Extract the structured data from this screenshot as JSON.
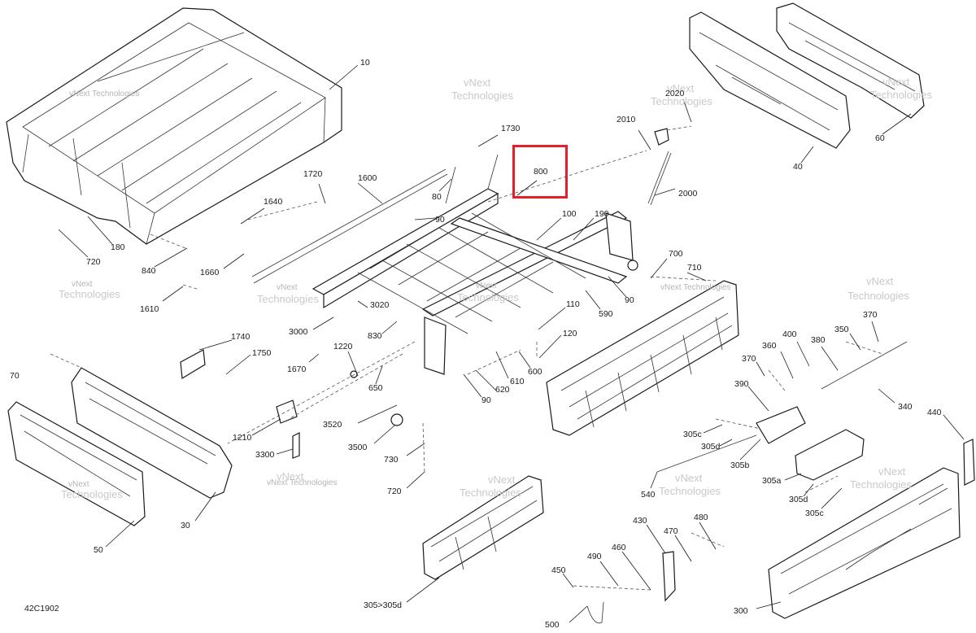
{
  "diagram": {
    "code": "42C1902",
    "watermark": {
      "line1": "vNext",
      "line2": "Technologies",
      "full": "vNext Technologies"
    },
    "highlight_color": "#e0202a",
    "highlighted_callout": "800",
    "callouts": [
      "10",
      "180",
      "720",
      "840",
      "1600",
      "1720",
      "1640",
      "1660",
      "1610",
      "80",
      "90",
      "1730",
      "800",
      "2010",
      "2020",
      "2000",
      "40",
      "60",
      "100",
      "190",
      "700",
      "710",
      "3000",
      "3020",
      "830",
      "1740",
      "1750",
      "70",
      "1670",
      "1220",
      "650",
      "110",
      "120",
      "590",
      "90",
      "600",
      "610",
      "620",
      "90",
      "3520",
      "3500",
      "1210",
      "3300",
      "730",
      "720",
      "30",
      "50",
      "370",
      "350",
      "400",
      "360",
      "380",
      "370",
      "340",
      "390",
      "305c",
      "305d",
      "305b",
      "305a",
      "305d",
      "305c",
      "440",
      "540",
      "430",
      "480",
      "470",
      "460",
      "490",
      "450",
      "500",
      "300",
      "305>305d"
    ]
  }
}
